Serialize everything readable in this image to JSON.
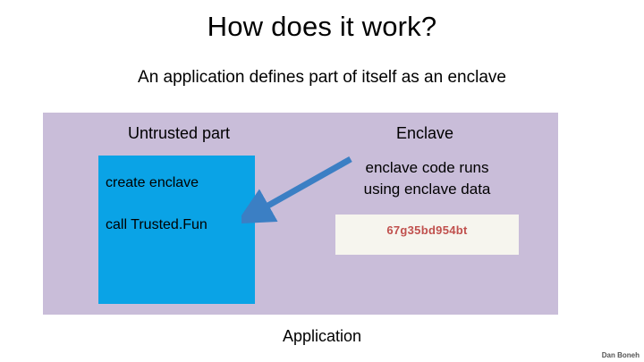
{
  "slide": {
    "title": "How does it work?",
    "subtitle": "An application defines part of itself as an enclave",
    "labels": {
      "untrusted": "Untrusted part",
      "enclave": "Enclave",
      "application": "Application"
    },
    "untrusted_lines": [
      "create enclave",
      "call Trusted.Fun"
    ],
    "enclave_code_line1": "enclave code runs",
    "enclave_code_line2": "using enclave data",
    "enclave_hex": "67g35bd954bt",
    "credit": "Dan Boneh",
    "colors": {
      "app_box": "#c9bdd9",
      "untrusted_box": "#0aa3e6",
      "hex_box": "#f6f5ee",
      "hex_text": "#c0504d",
      "arrow": "#3b7fc4"
    }
  }
}
